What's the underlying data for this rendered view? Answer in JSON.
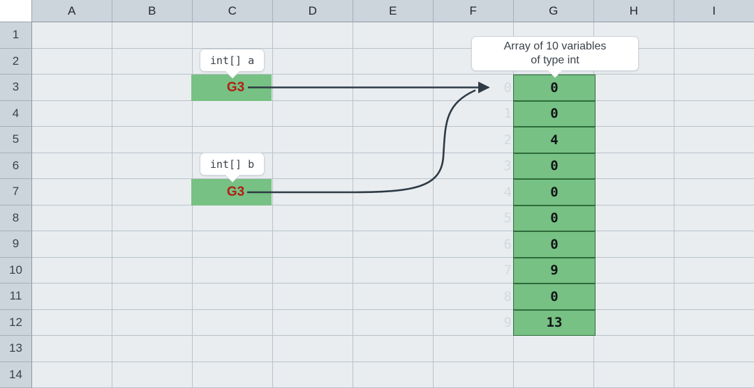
{
  "spreadsheet": {
    "columns": [
      "A",
      "B",
      "C",
      "D",
      "E",
      "F",
      "G",
      "H",
      "I"
    ],
    "rows": [
      "1",
      "2",
      "3",
      "4",
      "5",
      "6",
      "7",
      "8",
      "9",
      "10",
      "11",
      "12",
      "13",
      "14"
    ]
  },
  "pointers": [
    {
      "name": "a",
      "label": "int[] a",
      "cell": "C3",
      "value": "G3",
      "color": "#b21e14"
    },
    {
      "name": "b",
      "label": "int[] b",
      "cell": "C7",
      "value": "G3",
      "color": "#b21e14"
    }
  ],
  "array": {
    "callout": "Array of 10 variables\nof type int",
    "callout_line1": "Array of 10 variables",
    "callout_line2": "of type int",
    "start_cell": "G3",
    "length": 10,
    "indices": [
      "0",
      "1",
      "2",
      "3",
      "4",
      "5",
      "6",
      "7",
      "8",
      "9"
    ],
    "values": [
      "0",
      "0",
      "4",
      "0",
      "0",
      "0",
      "0",
      "9",
      "0",
      "13"
    ],
    "fill_color": "#76c183",
    "border_color": "#2f6b3b",
    "index_color": "#d3d9de"
  },
  "colors": {
    "header_bg": "#ccd4dc",
    "cell_bg": "#e9edf0",
    "grid_line": "#b9c2ca",
    "arrow": "#2e3a45"
  }
}
